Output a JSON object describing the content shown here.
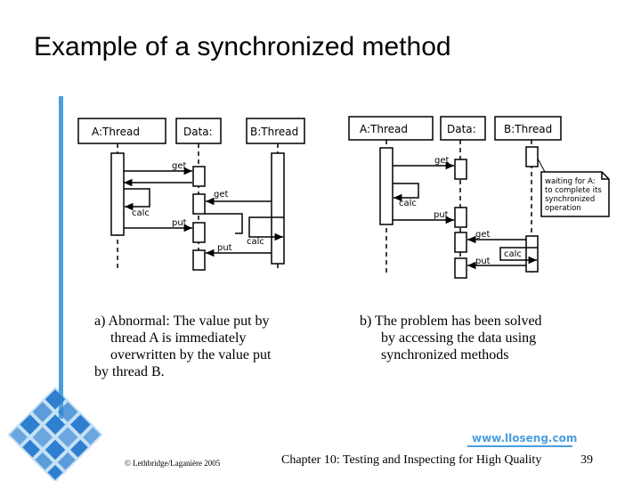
{
  "slide": {
    "title": "Example of a synchronized method",
    "caption_a": {
      "first": "a) Abnormal: The value put by",
      "rest": [
        "thread A is immediately",
        "overwritten by the value put",
        "by thread B."
      ]
    },
    "caption_b": {
      "first": "b) The problem has been solved",
      "rest": [
        "by accessing the data using",
        "synchronized methods"
      ]
    },
    "url": "www.lloseng.com",
    "copyright": "© Lethbridge/Laganière 2005",
    "chapter": "Chapter 10: Testing and Inspecting for High Quality",
    "page_number": "39"
  },
  "diagram_a": {
    "lifelines": [
      "A:Thread",
      "Data:",
      "B:Thread"
    ],
    "messages": [
      "get",
      "get",
      "calc",
      "put",
      "calc",
      "put"
    ]
  },
  "diagram_b": {
    "lifelines": [
      "A:Thread",
      "Data:",
      "B:Thread"
    ],
    "messages": [
      "get",
      "calc",
      "put",
      "get",
      "calc",
      "put"
    ],
    "note": [
      "waiting for A:",
      "to complete its",
      "synchronized",
      "operation"
    ]
  },
  "colors": {
    "accent": "#4a9fe0",
    "logo": "#2f7fd0"
  }
}
